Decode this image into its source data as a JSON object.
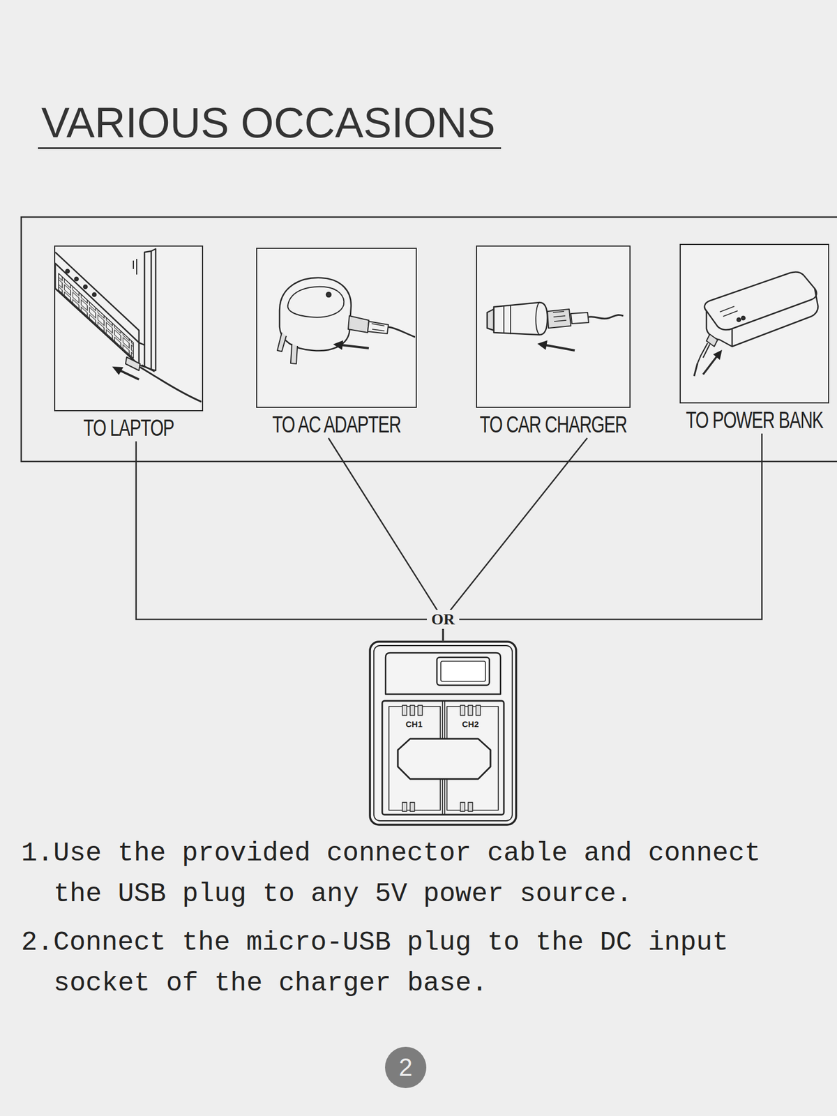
{
  "diagram": {
    "title": "VARIOUS OCCASIONS",
    "nodes": [
      {
        "text": [
          "TO LAPTOP"
        ]
      },
      {
        "text": [
          "TO AC ADAPTER"
        ]
      },
      {
        "text": [
          "TO CAR CHARGER"
        ]
      },
      {
        "text": [
          "TO POWER BANK"
        ]
      },
      {
        "text": [
          "CH1",
          "CH2"
        ]
      },
      {
        "text": [
          "2"
        ]
      }
    ],
    "edges": [
      {
        "from": 0,
        "to": 4,
        "arrow": "none"
      },
      {
        "from": 1,
        "to": 4,
        "arrow": "none"
      },
      {
        "from": 2,
        "to": 4,
        "arrow": "none"
      },
      {
        "from": 3,
        "to": 4,
        "arrow": "none"
      }
    ],
    "labels": [
      "OR",
      "1.Use the provided connector cable and connect the USB plug to any 5V power source.",
      "2.Connect the micro-USB plug to the DC input socket of the charger base."
    ]
  }
}
